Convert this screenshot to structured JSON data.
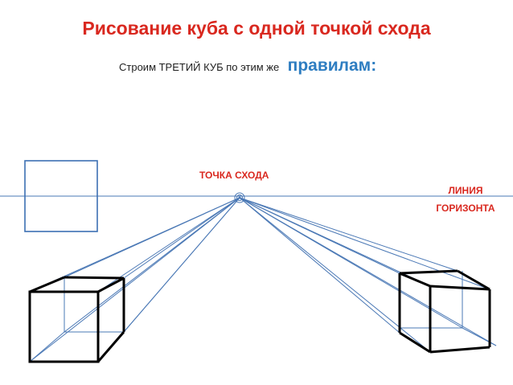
{
  "title": "Рисование куба с одной точкой схода",
  "subtitle": {
    "lead": "Строим ТРЕТИЙ КУБ  по  этим  же",
    "emphasis": "правилам:"
  },
  "labels": {
    "vanishing_point": "ТОЧКА СХОДА",
    "horizon_line_1": "ЛИНИЯ",
    "horizon_line_2": "ГОРИЗОНТА"
  },
  "colors": {
    "title": "#d9281f",
    "emphasis": "#2e7dc1",
    "construction_lines": "#4a78b5",
    "cube_edges": "#000000"
  }
}
